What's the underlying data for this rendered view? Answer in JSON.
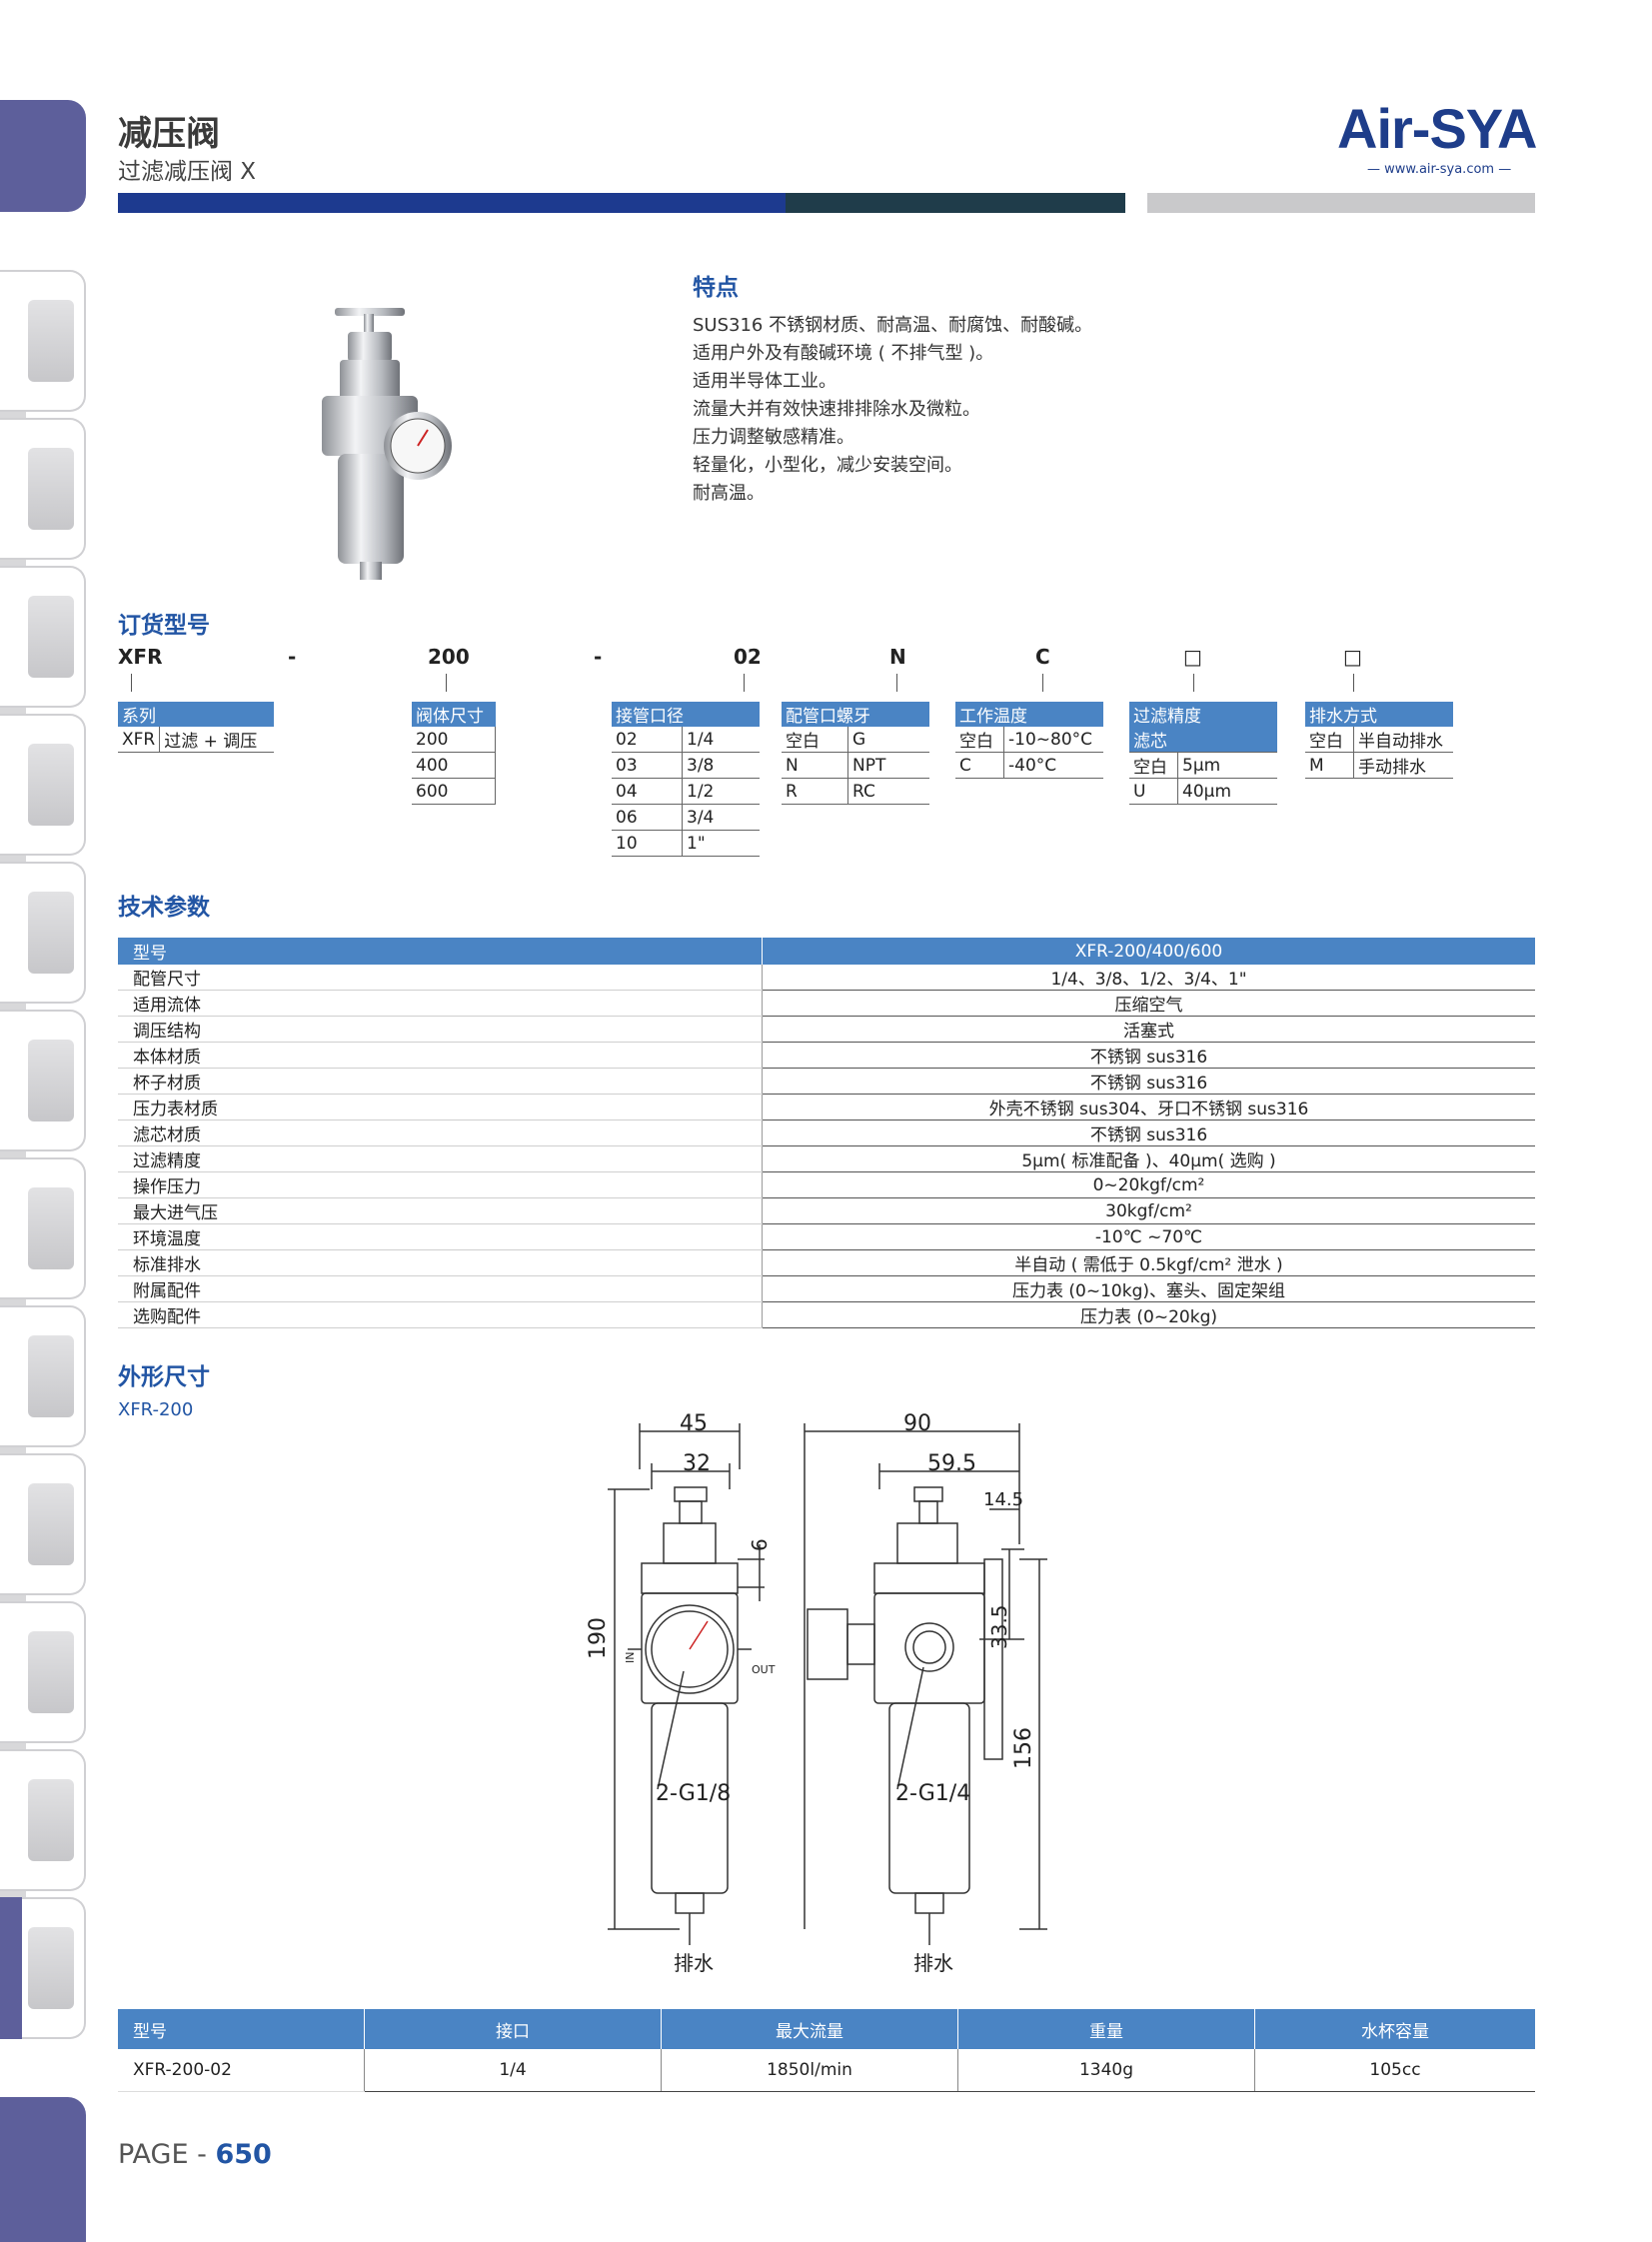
{
  "header": {
    "title": "减压阀",
    "subtitle": "过滤减压阀 X",
    "logo": "Air-SYA",
    "logo_url": "— www.air-sya.com —"
  },
  "features": {
    "heading": "特点",
    "items": [
      "SUS316 不锈钢材质、耐高温、耐腐蚀、耐酸碱。",
      "适用户外及有酸碱环境 ( 不排气型 )。",
      "适用半导体工业。",
      "流量大并有效快速排排除水及微粒。",
      "压力调整敏感精准。",
      "轻量化，小型化，减少安装空间。",
      "耐高温。"
    ]
  },
  "order": {
    "heading": "订货型号",
    "code": [
      "XFR",
      "-",
      "200",
      "-",
      "02",
      "N",
      "C",
      "□",
      "□"
    ],
    "groups": [
      {
        "title": "系列",
        "rows": [
          [
            "XFR",
            "过滤 + 调压"
          ]
        ]
      },
      {
        "title": "阀体尺寸",
        "rows": [
          [
            "200"
          ],
          [
            "400"
          ],
          [
            "600"
          ]
        ]
      },
      {
        "title": "接管口径",
        "rows": [
          [
            "02",
            "1/4"
          ],
          [
            "03",
            "3/8"
          ],
          [
            "04",
            "1/2"
          ],
          [
            "06",
            "3/4"
          ],
          [
            "10",
            "1\""
          ]
        ]
      },
      {
        "title": "配管口螺牙",
        "rows": [
          [
            "空白",
            "G"
          ],
          [
            "N",
            "NPT"
          ],
          [
            "R",
            "RC"
          ]
        ]
      },
      {
        "title": "工作温度",
        "rows": [
          [
            "空白",
            "-10~80°C"
          ],
          [
            "C",
            "-40°C"
          ]
        ]
      },
      {
        "title": "过滤精度",
        "subtitle": "滤芯",
        "rows": [
          [
            "空白",
            "5μm"
          ],
          [
            "U",
            "40μm"
          ]
        ]
      },
      {
        "title": "排水方式",
        "rows": [
          [
            "空白",
            "半自动排水"
          ],
          [
            "M",
            "手动排水"
          ]
        ]
      }
    ]
  },
  "tech": {
    "heading": "技术参数",
    "header": [
      "型号",
      "XFR-200/400/600"
    ],
    "rows": [
      [
        "配管尺寸",
        "1/4、3/8、1/2、3/4、1\""
      ],
      [
        "适用流体",
        "压缩空气"
      ],
      [
        "调压结构",
        "活塞式"
      ],
      [
        "本体材质",
        "不锈钢 sus316"
      ],
      [
        "杯子材质",
        "不锈钢 sus316"
      ],
      [
        "压力表材质",
        "外壳不锈钢 sus304、牙口不锈钢 sus316"
      ],
      [
        "滤芯材质",
        "不锈钢 sus316"
      ],
      [
        "过滤精度",
        "5μm( 标准配备 )、40μm( 选购 )"
      ],
      [
        "操作压力",
        "0~20kgf/cm²"
      ],
      [
        "最大进气压",
        "30kgf/cm²"
      ],
      [
        "环境温度",
        "-10℃ ~70℃"
      ],
      [
        "标准排水",
        "半自动 ( 需低于 0.5kgf/cm² 泄水 )"
      ],
      [
        "附属配件",
        "压力表 (0~10kg)、塞头、固定架组"
      ],
      [
        "选购配件",
        "压力表 (0~20kg)"
      ]
    ]
  },
  "dimensions": {
    "heading": "外形尺寸",
    "model": "XFR-200",
    "front": {
      "w_outer": "45",
      "w_inner": "32",
      "h": "190",
      "d6": "6",
      "port": "2-G1/8",
      "in": "IN",
      "out": "OUT",
      "drain": "排水"
    },
    "side": {
      "w_outer": "90",
      "w_inner": "59.5",
      "d145": "14.5",
      "d335": "33.5",
      "h": "156",
      "port": "2-G1/4",
      "drain": "排水"
    }
  },
  "spec": {
    "header": [
      "型号",
      "接口",
      "最大流量",
      "重量",
      "水杯容量"
    ],
    "rows": [
      [
        "XFR-200-02",
        "1/4",
        "1850l/min",
        "1340g",
        "105cc"
      ]
    ]
  },
  "footer": {
    "page_prefix": "PAGE - ",
    "page_number": "650"
  },
  "colors": {
    "accent": "#2255a4",
    "table_header": "#4a84c4",
    "bar_blue": "#1d3a8f",
    "tab": "#5d5f9b"
  }
}
